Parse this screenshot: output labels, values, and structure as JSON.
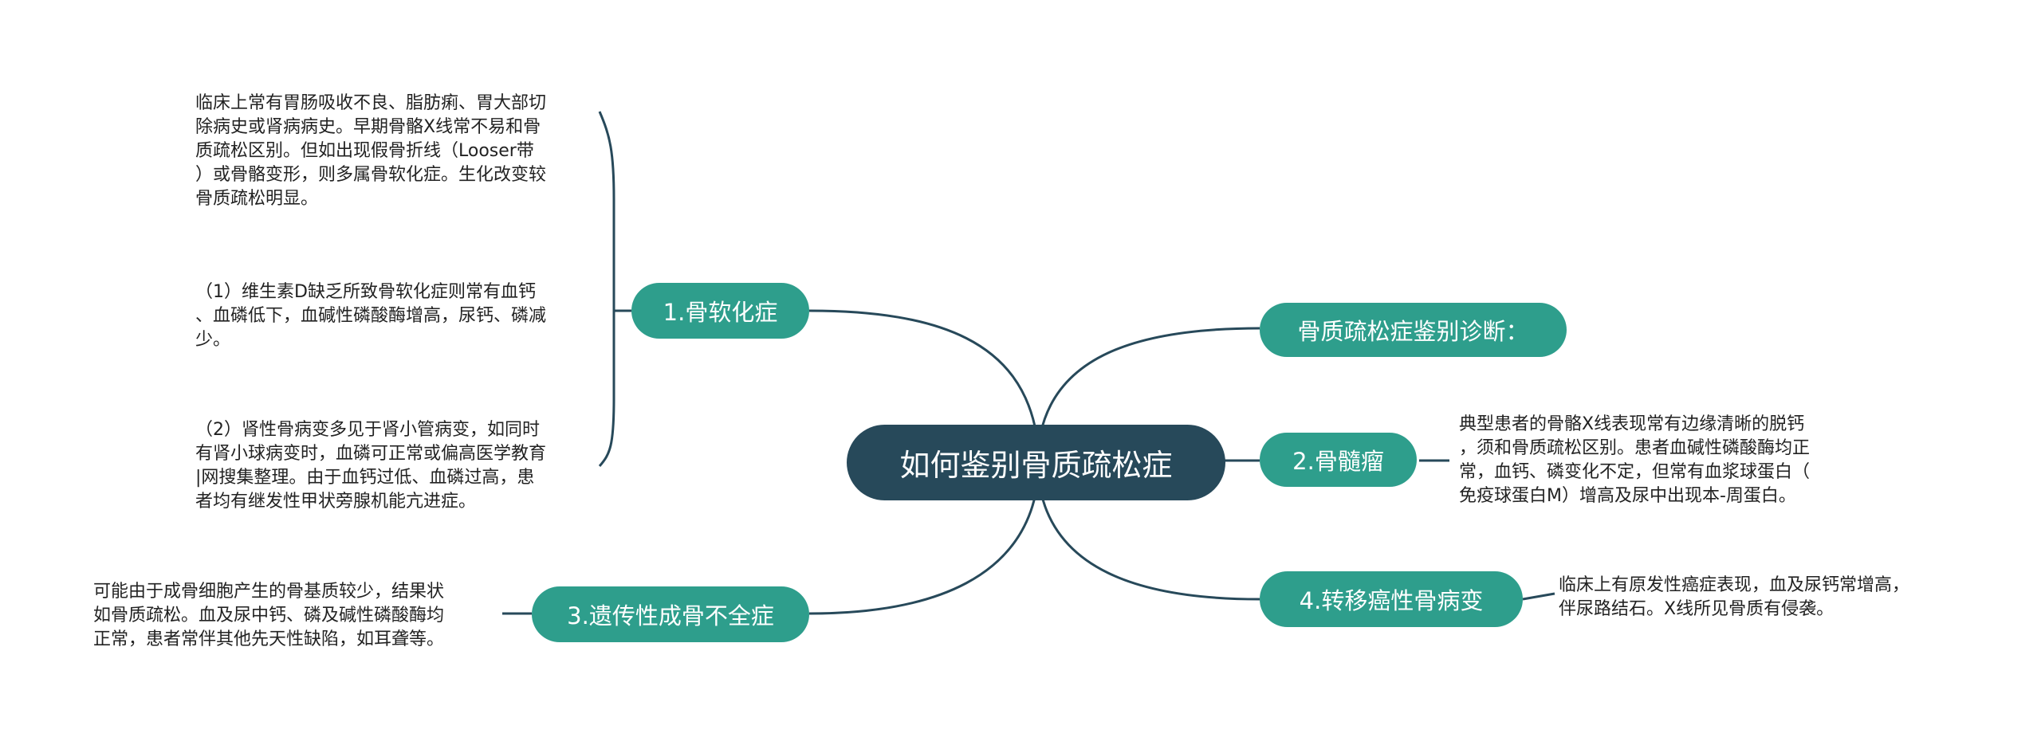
{
  "root": {
    "label": "如何鉴别骨质疏松症"
  },
  "branches": {
    "b1": {
      "label": "1.骨软化症",
      "notes": [
        [
          "临床上常有胃肠吸收不良、脂肪痢、胃大部切",
          "除病史或肾病病史。早期骨骼X线常不易和骨",
          "质疏松区别。但如出现假骨折线（Looser带",
          "）或骨骼变形，则多属骨软化症。生化改变较",
          "骨质疏松明显。"
        ],
        [
          "（1）维生素D缺乏所致骨软化症则常有血钙",
          "、血磷低下，血碱性磷酸酶增高，尿钙、磷减",
          "少。"
        ],
        [
          "（2）肾性骨病变多见于肾小管病变，如同时",
          "有肾小球病变时，血磷可正常或偏高医学教育",
          "|网搜集整理。由于血钙过低、血磷过高，患",
          "者均有继发性甲状旁腺机能亢进症。"
        ]
      ]
    },
    "b2": {
      "label": "骨质疏松症鉴别诊断："
    },
    "b3": {
      "label": "2.骨髓瘤",
      "note": [
        "典型患者的骨骼X线表现常有边缘清晰的脱钙",
        "，须和骨质疏松区别。患者血碱性磷酸酶均正",
        "常，血钙、磷变化不定，但常有血浆球蛋白（",
        "免疫球蛋白M）增高及尿中出现本-周蛋白。"
      ]
    },
    "b4": {
      "label": "3.遗传性成骨不全症",
      "note": [
        "可能由于成骨细胞产生的骨基质较少，结果状",
        "如骨质疏松。血及尿中钙、磷及碱性磷酸酶均",
        "正常，患者常伴其他先天性缺陷，如耳聋等。"
      ]
    },
    "b5": {
      "label": "4.转移癌性骨病变",
      "note": [
        "临床上有原发性癌症表现，血及尿钙常增高，",
        "伴尿路结石。X线所见骨质有侵袭。"
      ]
    }
  },
  "colors": {
    "root": "#27495a",
    "branch": "#2e9e8c",
    "line": "#27495a",
    "text": "#222222"
  }
}
